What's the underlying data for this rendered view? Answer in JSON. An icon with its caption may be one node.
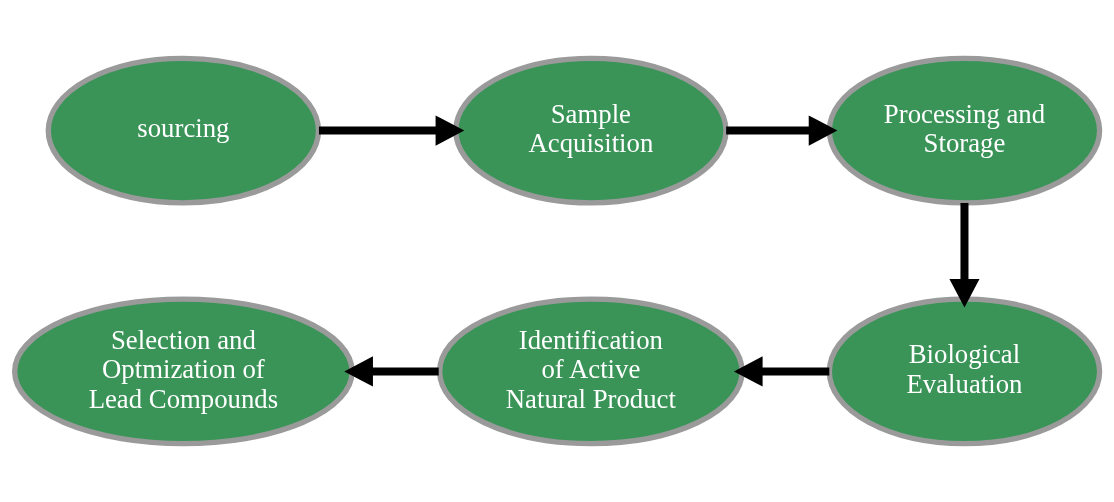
{
  "diagram": {
    "nodes": [
      {
        "text": [
          "sourcing"
        ]
      },
      {
        "text": [
          "Sample Acquisition"
        ]
      },
      {
        "text": [
          "Processing and Storage"
        ]
      },
      {
        "text": [
          "Biological Evaluation"
        ]
      },
      {
        "text": [
          "Identification of Active Natural Product"
        ]
      },
      {
        "text": [
          "Selection and Optmization of Lead Compounds"
        ]
      }
    ],
    "edges": [
      {
        "from": 0,
        "to": 1,
        "arrow": "to"
      },
      {
        "from": 1,
        "to": 2,
        "arrow": "to"
      },
      {
        "from": 2,
        "to": 3,
        "arrow": "to"
      },
      {
        "from": 3,
        "to": 4,
        "arrow": "to"
      },
      {
        "from": 4,
        "to": 5,
        "arrow": "to"
      }
    ]
  }
}
